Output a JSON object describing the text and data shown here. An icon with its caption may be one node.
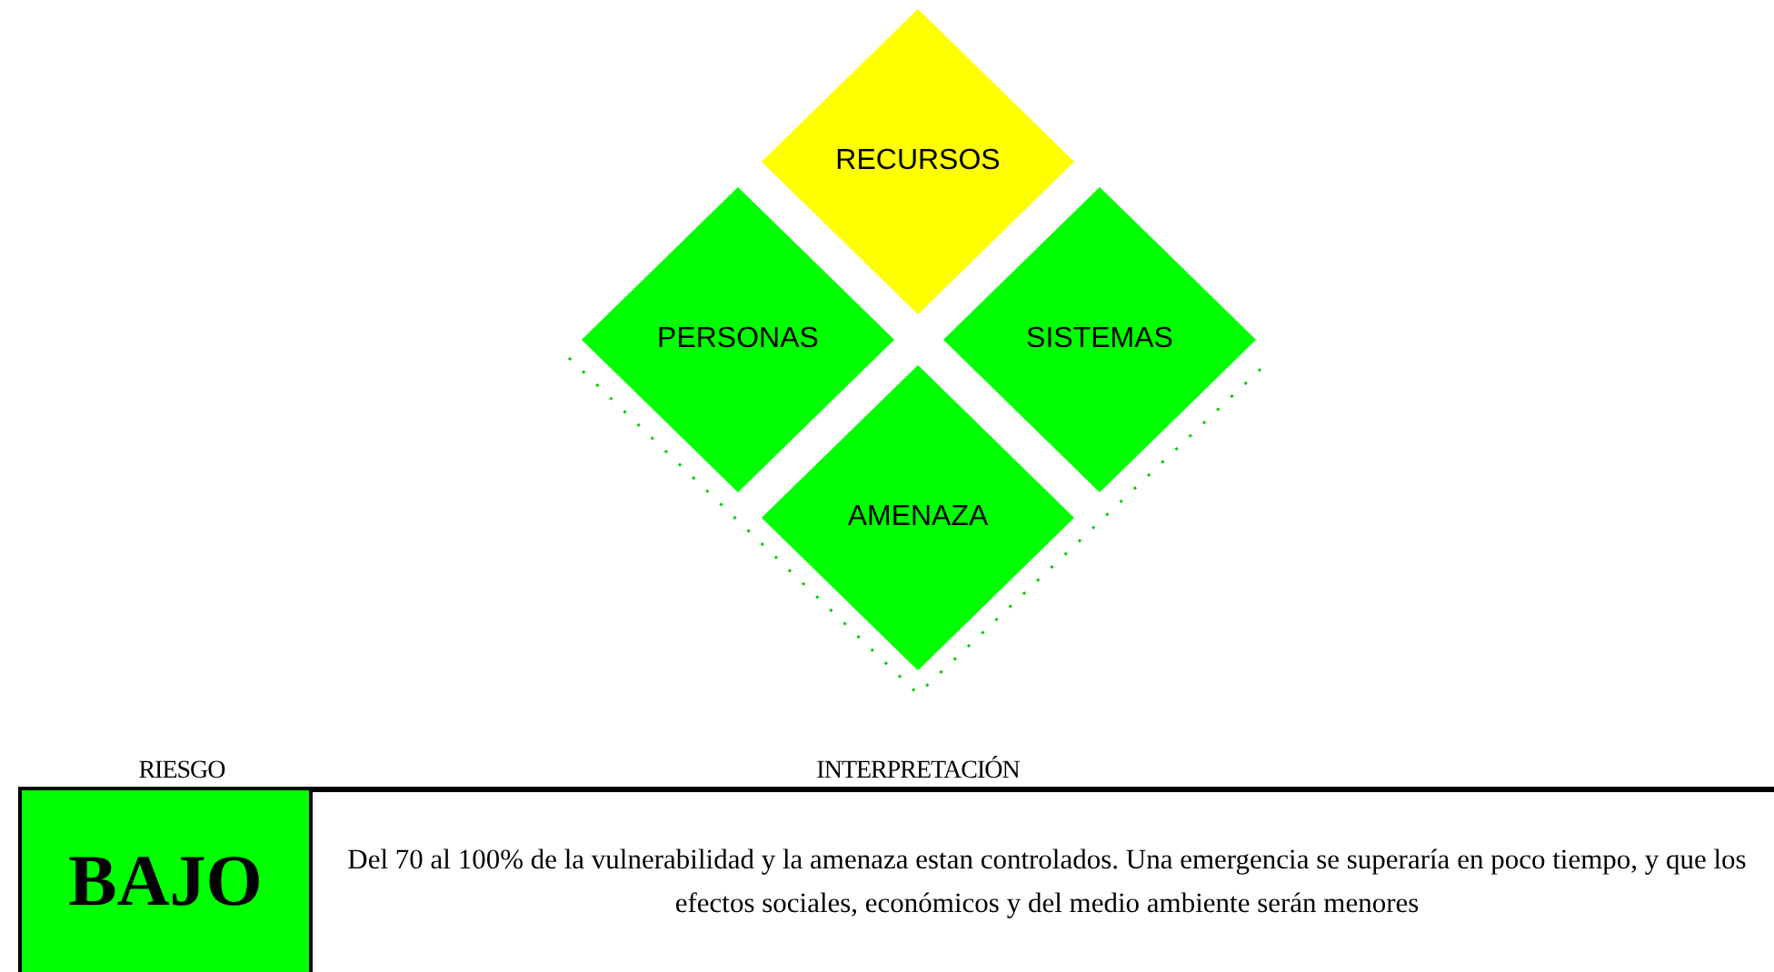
{
  "diagram": {
    "nodes": [
      {
        "text": [
          "RECURSOS"
        ]
      },
      {
        "text": [
          "PERSONAS"
        ]
      },
      {
        "text": [
          "SISTEMAS"
        ]
      },
      {
        "text": [
          "AMENAZA"
        ]
      }
    ],
    "labels": [
      "RIESGO",
      "INTERPRETACIÓN",
      "BAJO",
      "Del 70 al 100% de la vulnerabilidad y la amenaza estan controlados. Una emergencia se superaría en poco tiempo, y que los efectos sociales, económicos y del medio ambiente serán menores"
    ]
  }
}
